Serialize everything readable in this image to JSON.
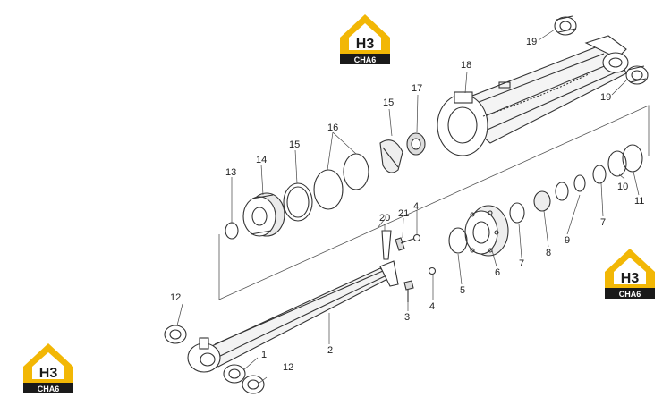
{
  "brand": {
    "logo_top": "H3",
    "logo_bottom": "CHA6",
    "accent": "#f2b705",
    "dark": "#1a1a1a"
  },
  "diagram": {
    "parts": [
      {
        "id": "p1",
        "label": "1"
      },
      {
        "id": "p2",
        "label": "2"
      },
      {
        "id": "p3",
        "label": "3"
      },
      {
        "id": "p4a",
        "label": "4"
      },
      {
        "id": "p4b",
        "label": "4"
      },
      {
        "id": "p5",
        "label": "5"
      },
      {
        "id": "p6",
        "label": "6"
      },
      {
        "id": "p7a",
        "label": "7"
      },
      {
        "id": "p7b",
        "label": "7"
      },
      {
        "id": "p8",
        "label": "8"
      },
      {
        "id": "p9",
        "label": "9"
      },
      {
        "id": "p10",
        "label": "10"
      },
      {
        "id": "p11",
        "label": "11"
      },
      {
        "id": "p12a",
        "label": "12"
      },
      {
        "id": "p12b",
        "label": "12"
      },
      {
        "id": "p13",
        "label": "13"
      },
      {
        "id": "p14",
        "label": "14"
      },
      {
        "id": "p15a",
        "label": "15"
      },
      {
        "id": "p15b",
        "label": "15"
      },
      {
        "id": "p16",
        "label": "16"
      },
      {
        "id": "p17",
        "label": "17"
      },
      {
        "id": "p18",
        "label": "18"
      },
      {
        "id": "p19a",
        "label": "19"
      },
      {
        "id": "p19b",
        "label": "19"
      },
      {
        "id": "p20",
        "label": "20"
      },
      {
        "id": "p21",
        "label": "21"
      }
    ]
  }
}
